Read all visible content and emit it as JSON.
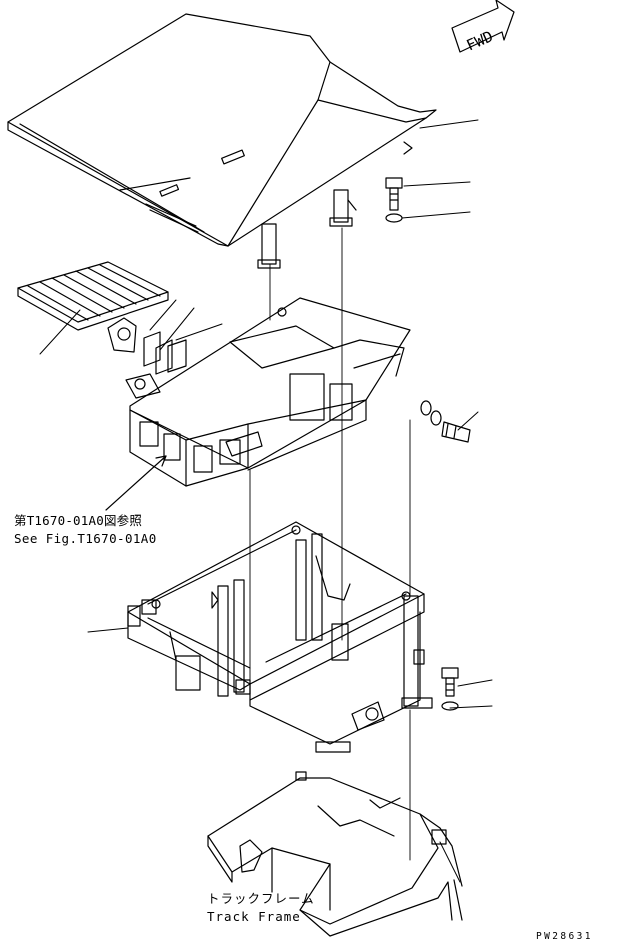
{
  "direction_marker": {
    "text": "FWD"
  },
  "reference_note": {
    "japanese": "第T1670-01A0図参照",
    "english": "See Fig.T1670-01A0"
  },
  "track_frame_label": {
    "japanese": "トラックフレーム",
    "english": "Track Frame"
  },
  "drawing_code": "PW28631"
}
